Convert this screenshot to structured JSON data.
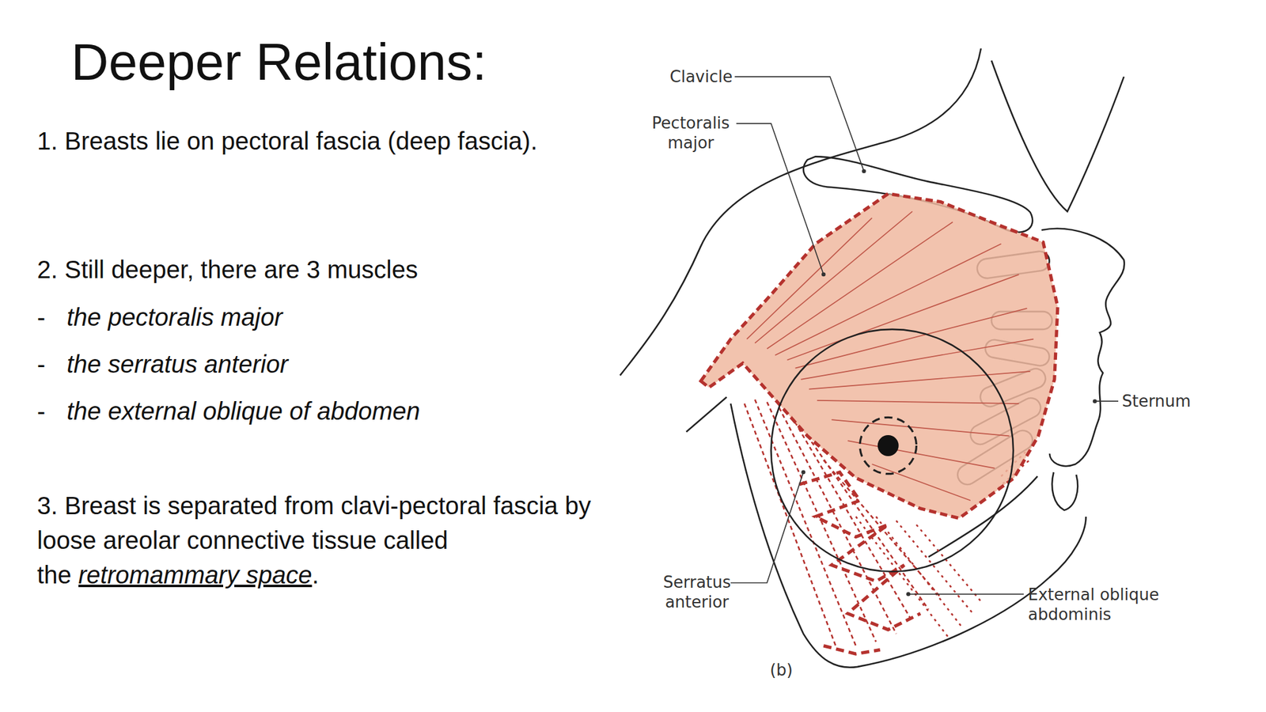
{
  "diagram": {
    "title": "Deeper Relations:",
    "labels": [
      "1. Breasts lie on pectoral fascia (deep fascia).",
      "2. Still deeper, there are 3 muscles",
      "-",
      "the pectoralis major",
      "-",
      "the serratus anterior",
      "-",
      "the external oblique of abdomen",
      "3. Breast is separated from clavi-pectoral fascia by loose areolar connective tissue called the",
      "retromammary space",
      ".",
      "Clavicle",
      "Pectoralis major",
      "Sternum",
      "Serratus anterior",
      "External oblique abdominis",
      "(b)"
    ]
  }
}
